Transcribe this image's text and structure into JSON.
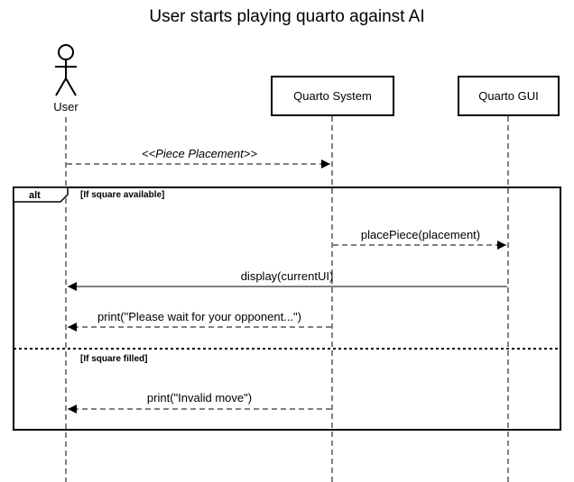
{
  "title": "User starts playing quarto against AI",
  "participants": {
    "user": "User",
    "system": "Quarto System",
    "gui": "Quarto GUI"
  },
  "fragment": {
    "operator": "alt",
    "guard1": "[If square available]",
    "guard2": "[If square filled]"
  },
  "messages": {
    "piece_placement": "<<Piece Placement>>",
    "place_piece": "placePiece(placement)",
    "display": "display(currentUI)",
    "print_wait": "print(\"Please wait for your opponent...\")",
    "print_invalid": "print(\"Invalid move\")"
  },
  "colors": {
    "line": "#000000",
    "background": "#ffffff"
  }
}
